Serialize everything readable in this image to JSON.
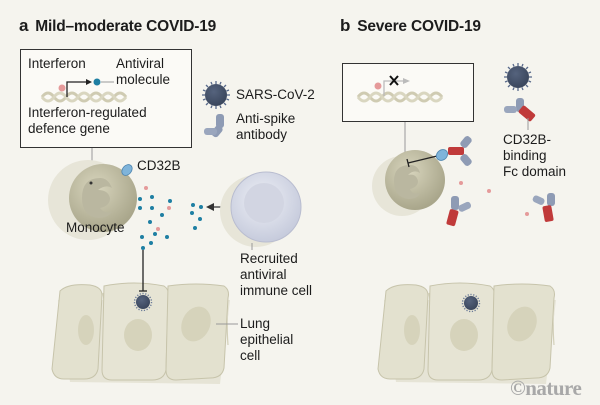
{
  "panels": [
    {
      "letter": "a",
      "title": "Mild–moderate COVID-19",
      "labels": {
        "interferon": "Interferon",
        "antiviral_molecule": "Antiviral\nmolecule",
        "gene": "Interferon-regulated\ndefence gene",
        "virus": "SARS-CoV-2",
        "antibody": "Anti-spike\nantibody",
        "cd32b": "CD32B",
        "monocyte": "Monocyte",
        "immune_cell": "Recruited\nantiviral\nimmune cell",
        "lung_cell": "Lung\nepithelial\ncell"
      }
    },
    {
      "letter": "b",
      "title": "Severe COVID-19",
      "labels": {
        "fc_domain": "CD32B-\nbinding\nFc domain"
      }
    }
  ],
  "colors": {
    "background": "#f5f4ee",
    "virus": "#46546e",
    "antiviral_molecule": "#1e7fa3",
    "interferon": "#e59a9a",
    "fc_domain": "#c03a3a",
    "antibody_fab": "#8e9bb4",
    "cd32b": "#7fb4da",
    "monocyte": "#c9c6ac",
    "immune_cell": "#dde0ec",
    "epithelial": "#e3e1cf"
  },
  "credit": "©nature"
}
